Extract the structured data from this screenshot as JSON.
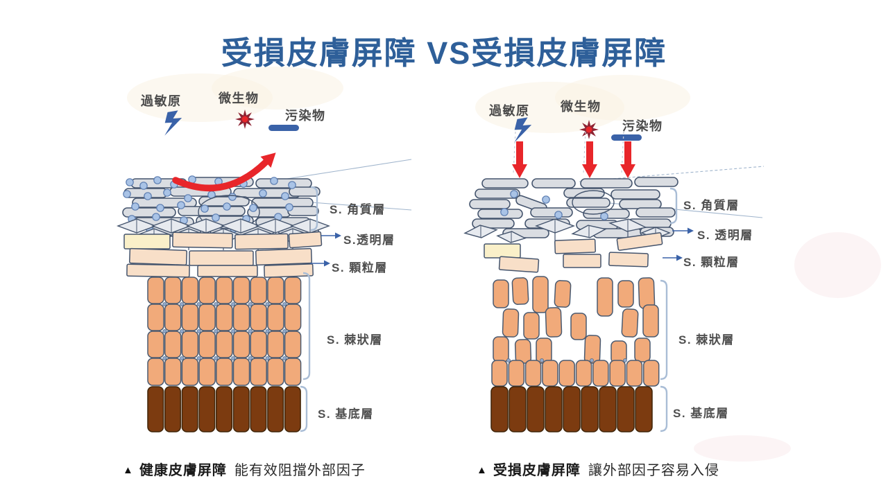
{
  "title": "受損皮膚屏障 VS受損皮膚屏障",
  "colors": {
    "title_blue": "#2e5f99",
    "red": "#e8262a",
    "icon_blue": "#3a62a8",
    "microbe_dark": "#8e2433",
    "pill_fill": "#dadde2",
    "pill_stroke": "#44546d",
    "dot_fill": "#a9c3e6",
    "dot_stroke": "#5c7db0",
    "lattice_fill": "#e7eaef",
    "granulosum_fill": "#f8dfc8",
    "granulosum_pale": "#faf0c9",
    "spinosum_fill": "#f1aa7a",
    "spinosum_stroke": "#4a5a70",
    "basale_fill": "#7c3b10",
    "basale_stroke": "#3f2408",
    "bracket": "#a9bdd6",
    "leader": "#9fb4cc",
    "junction_dot": "#8fa8cc",
    "label_text": "#4f4f4f",
    "caption_text": "#1b1b1b"
  },
  "panels": [
    {
      "id": "healthy",
      "threats": [
        {
          "label": "過敏原",
          "icon": "lightning-icon"
        },
        {
          "label": "微生物",
          "icon": "microbe-icon"
        },
        {
          "label": "污染物",
          "icon": "pollutant-icon"
        }
      ],
      "arrow_style": "deflected",
      "layers": [
        {
          "label": "S. 角質層"
        },
        {
          "label": "S.透明層"
        },
        {
          "label": "S. 顆粒層"
        },
        {
          "label": "S. 棘狀層"
        },
        {
          "label": "S. 基底層"
        }
      ],
      "caption": {
        "marker": "▲",
        "name": "健康皮膚屏障",
        "description": "能有效阻擋外部因子"
      }
    },
    {
      "id": "damaged",
      "threats": [
        {
          "label": "過敏原",
          "icon": "lightning-icon"
        },
        {
          "label": "微生物",
          "icon": "microbe-icon"
        },
        {
          "label": "污染物",
          "icon": "pollutant-icon"
        }
      ],
      "arrow_style": "penetrating",
      "layers": [
        {
          "label": "S. 角質層"
        },
        {
          "label": "S. 透明層"
        },
        {
          "label": "S. 顆粒層"
        },
        {
          "label": "S. 棘狀層"
        },
        {
          "label": "S. 基底層"
        }
      ],
      "caption": {
        "marker": "▲",
        "name": "受損皮膚屏障",
        "description": "讓外部因子容易入侵"
      }
    }
  ]
}
